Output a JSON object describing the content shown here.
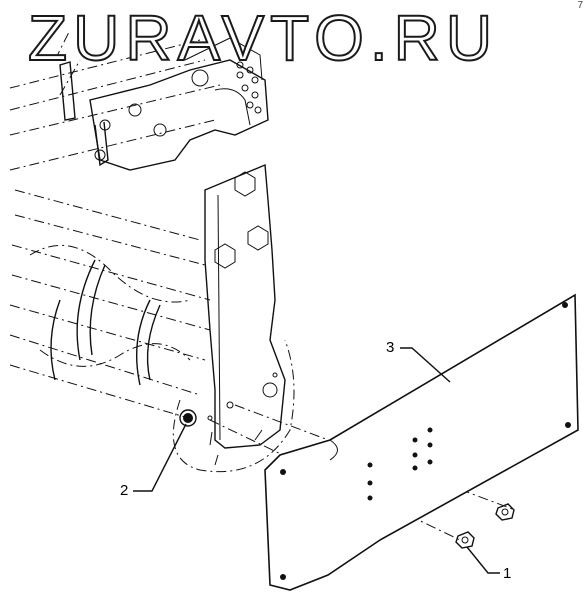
{
  "watermark": {
    "text": "ZURAVTO.RU"
  },
  "corner_mark": "7",
  "callouts": [
    {
      "id": "1",
      "label": "1"
    },
    {
      "id": "2",
      "label": "2"
    },
    {
      "id": "3",
      "label": "3"
    }
  ]
}
